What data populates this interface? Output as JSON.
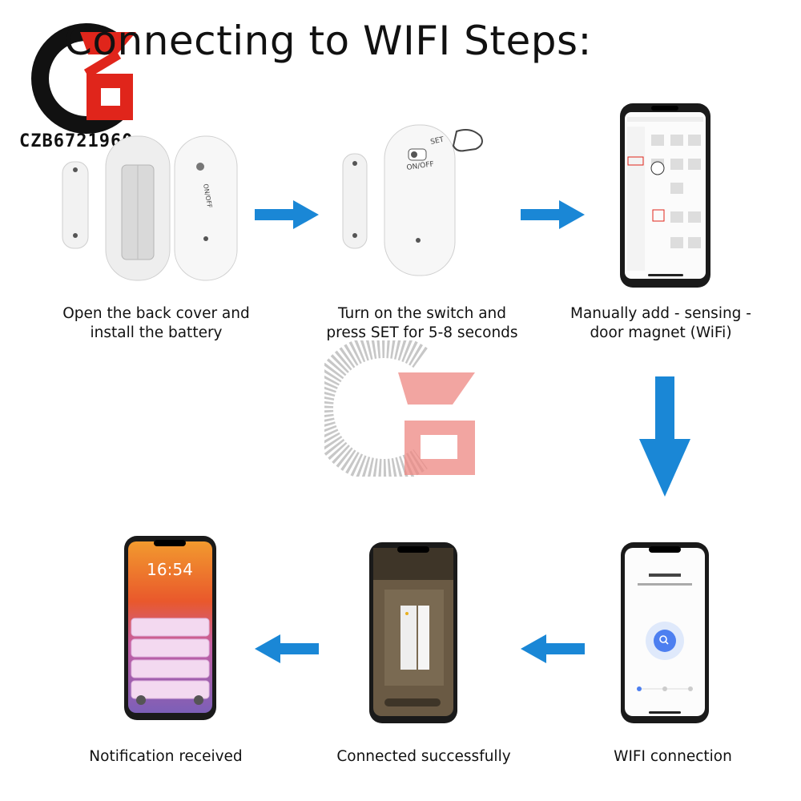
{
  "title": "Connecting to WIFI Steps:",
  "brand": {
    "watermark_text": "CZB6721960"
  },
  "colors": {
    "arrow": "#1a87d6",
    "logo_red": "#e0251b",
    "logo_dark": "#111111"
  },
  "steps": [
    {
      "label": "Open the back cover and\ninstall the battery",
      "icon": "sensor-battery-open-icon"
    },
    {
      "label": "Turn on the switch and\npress SET for 5-8 seconds",
      "icon": "sensor-switch-set-icon"
    },
    {
      "label": "Manually add - sensing -\ndoor magnet (WiFi)",
      "icon": "phone-add-device-icon"
    },
    {
      "label": "WIFI connection",
      "icon": "phone-adding-device-icon"
    },
    {
      "label": "Connected successfully",
      "icon": "phone-camera-connected-icon"
    },
    {
      "label": "Notification received",
      "icon": "phone-lockscreen-notification-icon"
    }
  ],
  "device_labels": {
    "on_off": "ON/OFF",
    "set": "SET"
  },
  "lockscreen": {
    "time": "16:54"
  }
}
